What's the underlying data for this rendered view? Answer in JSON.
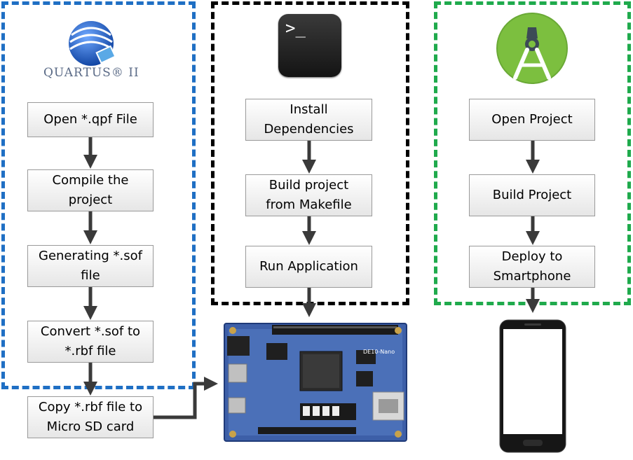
{
  "quartus": {
    "logo_text": "QUARTUS® II",
    "steps": [
      "Open *.qpf File",
      "Compile the\nproject",
      "Generating *.sof\nfile",
      "Convert *.sof to\n*.rbf file",
      "Copy *.rbf file to\nMicro SD card"
    ]
  },
  "terminal": {
    "prompt": ">_",
    "steps": [
      "Install\nDependencies",
      "Build project\nfrom Makefile",
      "Run Application"
    ]
  },
  "android": {
    "steps": [
      "Open Project",
      "Build Project",
      "Deploy to\nSmartphone"
    ]
  },
  "board": {
    "label": "DE10-Nano"
  },
  "colors": {
    "quartus_border": "#1f6fc4",
    "terminal_border": "#000000",
    "android_border": "#1faa4c",
    "arrow": "#3a3a3a",
    "android_green": "#7cbf3f"
  },
  "icons": [
    "quartus-logo-icon",
    "terminal-icon",
    "android-studio-icon",
    "fpga-board-icon",
    "smartphone-icon"
  ]
}
